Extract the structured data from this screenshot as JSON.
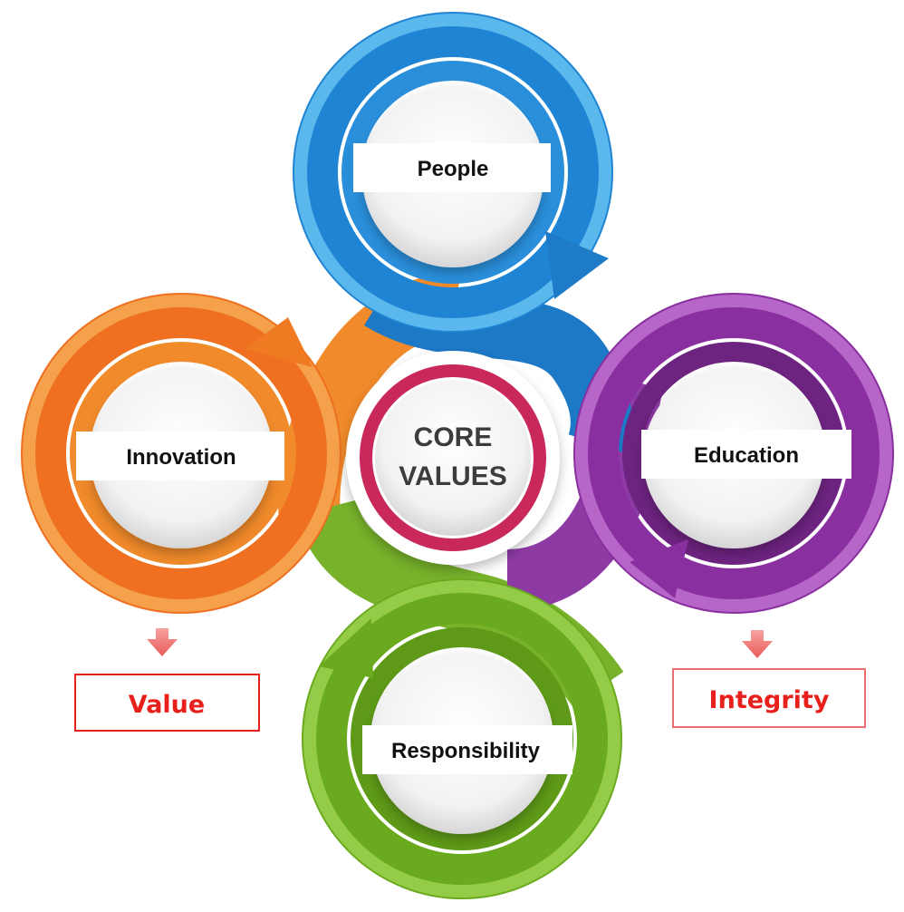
{
  "diagram": {
    "center": {
      "line1": "CORE",
      "line2": "VALUES"
    },
    "cycles": [
      {
        "id": "people",
        "label": "People",
        "color": "#1a7fd0",
        "color_light": "#4fb3ea"
      },
      {
        "id": "education",
        "label": "Education",
        "color": "#8b2c9e",
        "color_light": "#b05cc4"
      },
      {
        "id": "responsibility",
        "label": "Responsibility",
        "color": "#6aa51e",
        "color_light": "#8cc63e"
      },
      {
        "id": "innovation",
        "label": "Innovation",
        "color": "#ec6a1c",
        "color_light": "#f39a3a"
      }
    ],
    "center_ring_color": "#c8285a",
    "callouts": [
      {
        "id": "value",
        "label": "Value",
        "color": "#e8201c"
      },
      {
        "id": "integrity",
        "label": "Integrity",
        "color": "#e8201c"
      }
    ]
  }
}
